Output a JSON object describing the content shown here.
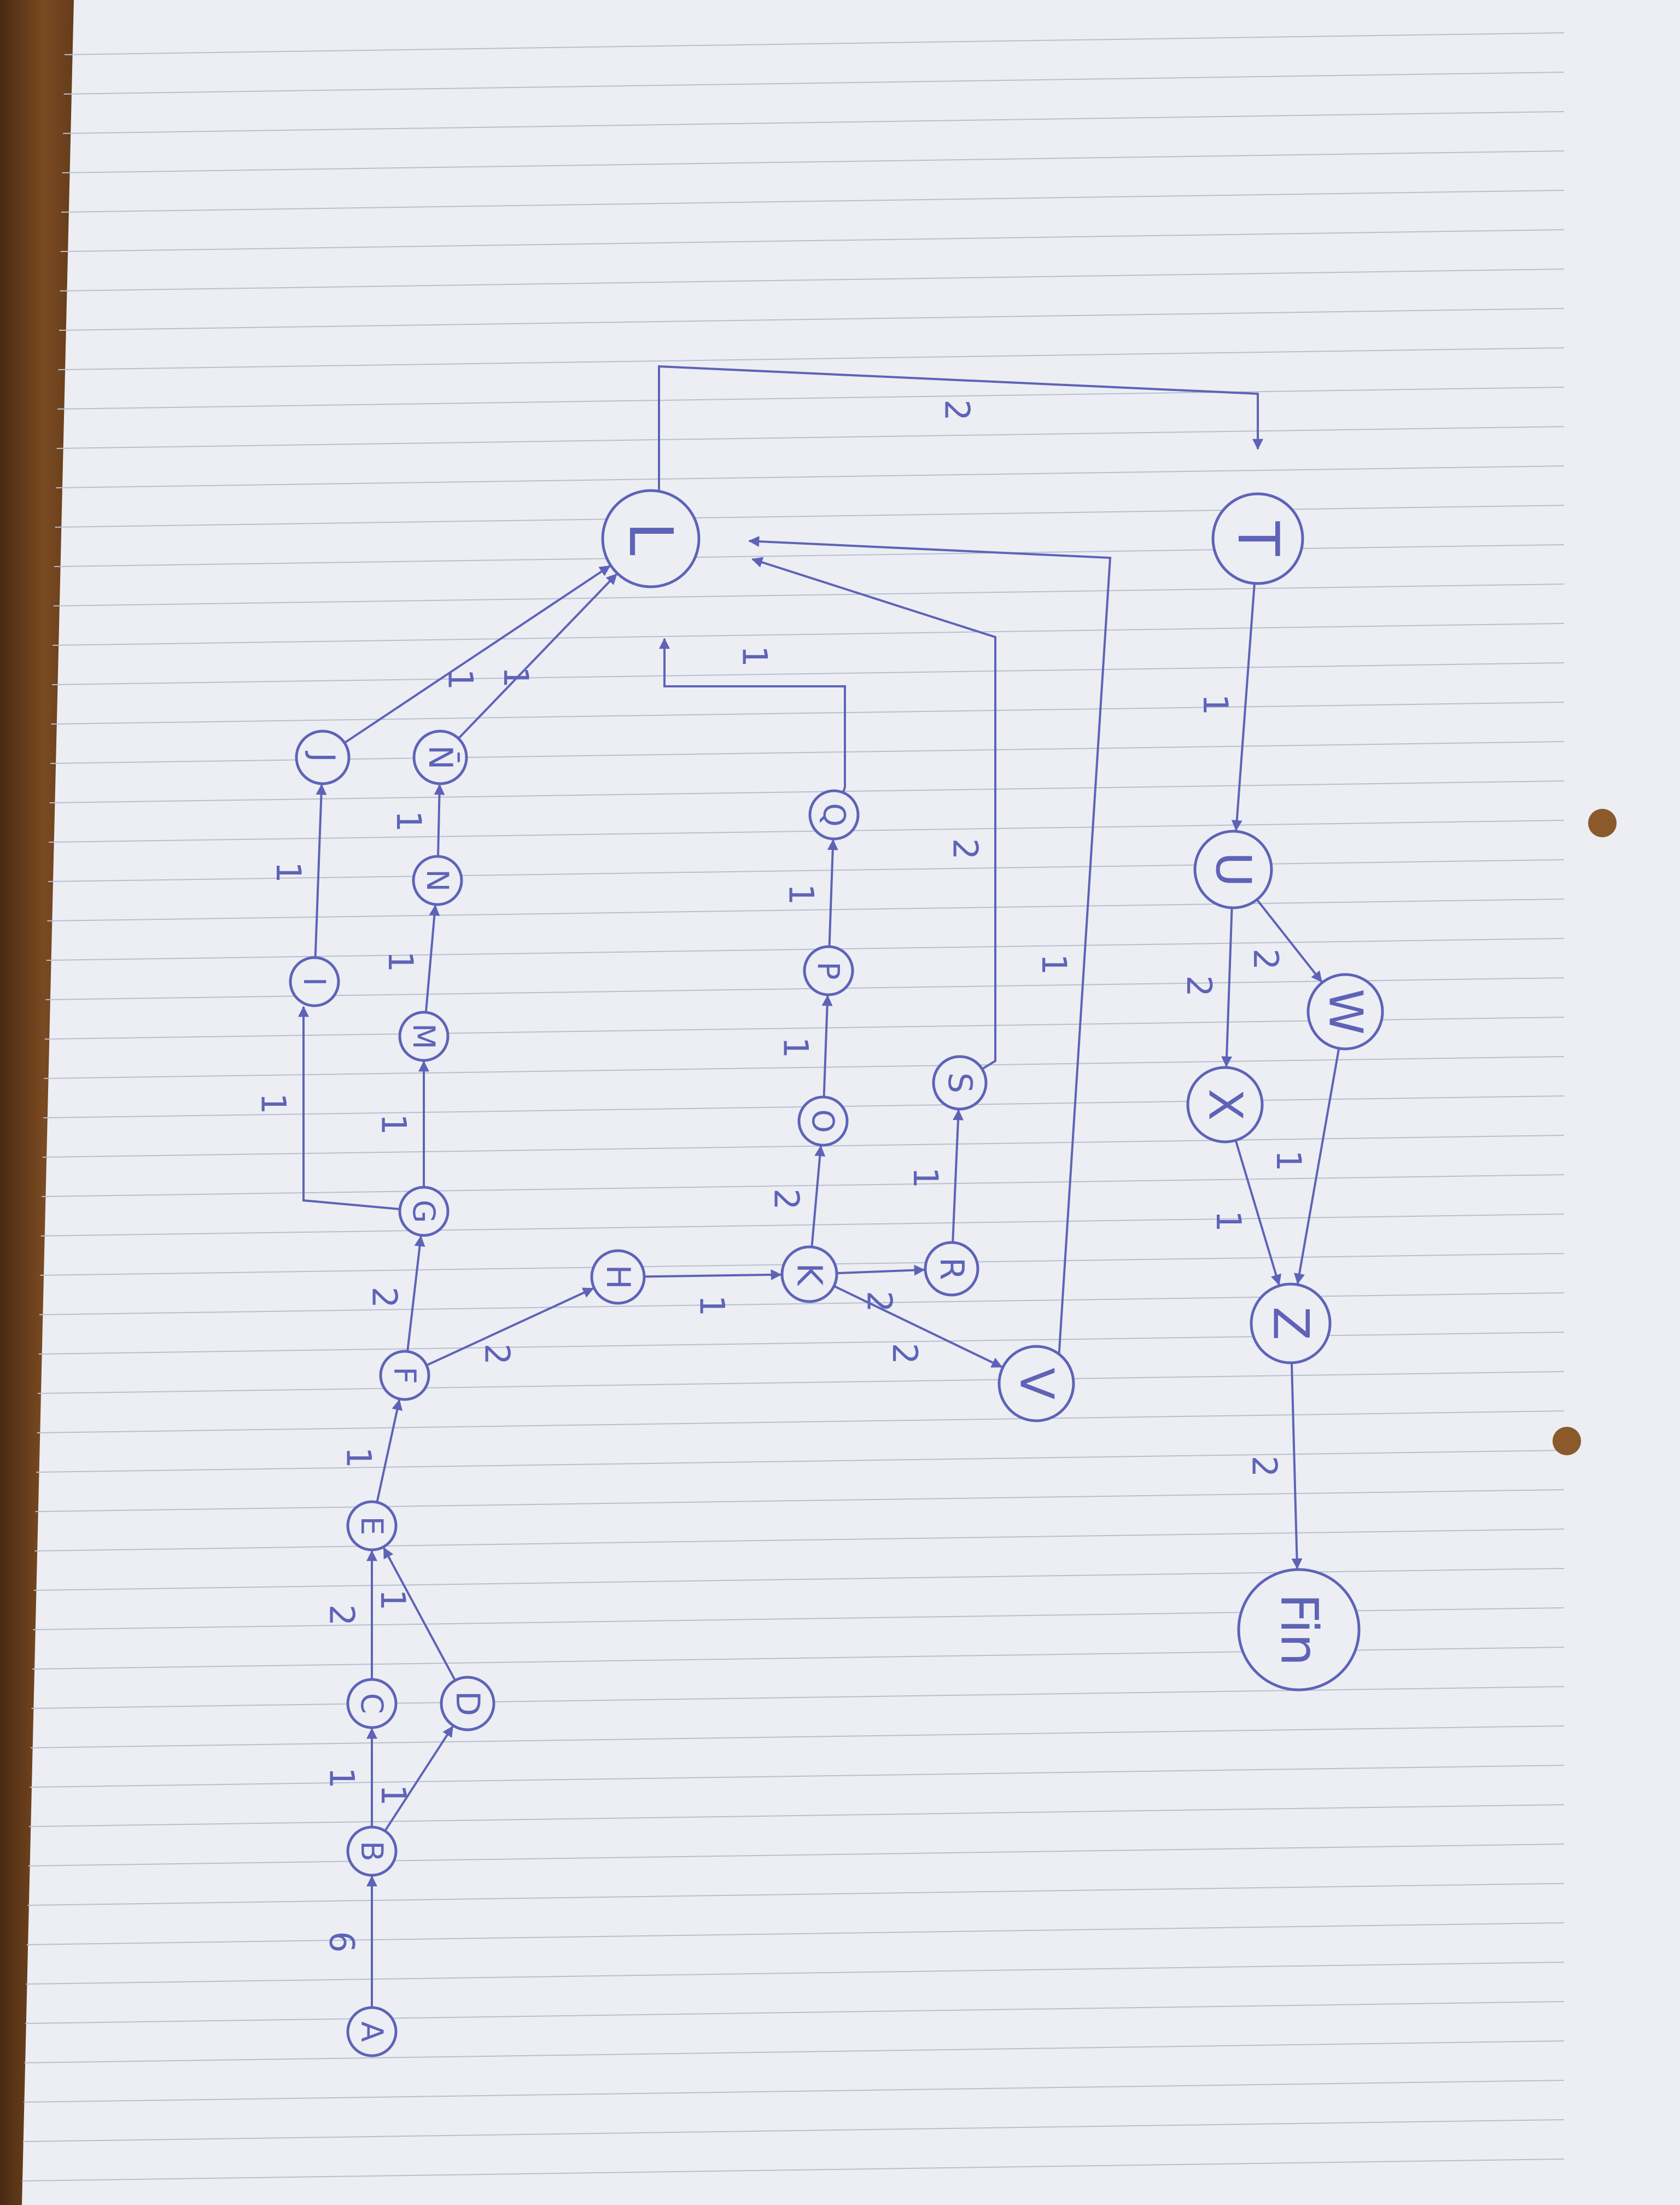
{
  "nodes": [
    {
      "id": "A",
      "label": "A"
    },
    {
      "id": "B",
      "label": "B"
    },
    {
      "id": "C",
      "label": "C"
    },
    {
      "id": "D",
      "label": "D"
    },
    {
      "id": "E",
      "label": "E"
    },
    {
      "id": "F",
      "label": "F"
    },
    {
      "id": "G",
      "label": "G"
    },
    {
      "id": "H",
      "label": "H"
    },
    {
      "id": "I",
      "label": "I"
    },
    {
      "id": "J",
      "label": "J"
    },
    {
      "id": "K",
      "label": "K"
    },
    {
      "id": "L",
      "label": "L"
    },
    {
      "id": "M",
      "label": "M"
    },
    {
      "id": "N",
      "label": "N"
    },
    {
      "id": "Nbar",
      "label": "N̄"
    },
    {
      "id": "O",
      "label": "O"
    },
    {
      "id": "P",
      "label": "P"
    },
    {
      "id": "Q",
      "label": "Q"
    },
    {
      "id": "R",
      "label": "R"
    },
    {
      "id": "S",
      "label": "S"
    },
    {
      "id": "T",
      "label": "T"
    },
    {
      "id": "U",
      "label": "U"
    },
    {
      "id": "V",
      "label": "V"
    },
    {
      "id": "W",
      "label": "W"
    },
    {
      "id": "X",
      "label": "X"
    },
    {
      "id": "Z",
      "label": "Z"
    },
    {
      "id": "Fin",
      "label": "Fin"
    }
  ],
  "edges": [
    {
      "from": "A",
      "to": "B",
      "weight": "6"
    },
    {
      "from": "B",
      "to": "C",
      "weight": "1"
    },
    {
      "from": "B",
      "to": "D",
      "weight": "1"
    },
    {
      "from": "C",
      "to": "E",
      "weight": "2"
    },
    {
      "from": "D",
      "to": "E",
      "weight": "1"
    },
    {
      "from": "E",
      "to": "F",
      "weight": "1"
    },
    {
      "from": "F",
      "to": "G",
      "weight": "2"
    },
    {
      "from": "F",
      "to": "H",
      "weight": "2"
    },
    {
      "from": "G",
      "to": "I",
      "weight": "1"
    },
    {
      "from": "G",
      "to": "M",
      "weight": "1"
    },
    {
      "from": "I",
      "to": "J",
      "weight": "1"
    },
    {
      "from": "M",
      "to": "N",
      "weight": "1"
    },
    {
      "from": "N",
      "to": "Nbar",
      "weight": "1"
    },
    {
      "from": "J",
      "to": "L",
      "weight": "1"
    },
    {
      "from": "Nbar",
      "to": "L",
      "weight": "1"
    },
    {
      "from": "H",
      "to": "K",
      "weight": "1"
    },
    {
      "from": "K",
      "to": "O",
      "weight": "2"
    },
    {
      "from": "K",
      "to": "R",
      "weight": "2"
    },
    {
      "from": "K",
      "to": "V",
      "weight": "2"
    },
    {
      "from": "O",
      "to": "P",
      "weight": "1"
    },
    {
      "from": "P",
      "to": "Q",
      "weight": "1"
    },
    {
      "from": "Q",
      "to": "L",
      "weight": "1"
    },
    {
      "from": "R",
      "to": "S",
      "weight": "1"
    },
    {
      "from": "S",
      "to": "L",
      "weight": "2"
    },
    {
      "from": "V",
      "to": "L",
      "weight": "1"
    },
    {
      "from": "L",
      "to": "T",
      "weight": "2"
    },
    {
      "from": "T",
      "to": "U",
      "weight": "1"
    },
    {
      "from": "U",
      "to": "X",
      "weight": "2"
    },
    {
      "from": "U",
      "to": "W",
      "weight": "2"
    },
    {
      "from": "X",
      "to": "Z",
      "weight": "1"
    },
    {
      "from": "W",
      "to": "Z",
      "weight": "1"
    },
    {
      "from": "Z",
      "to": "Fin",
      "weight": "2"
    }
  ],
  "colors": {
    "ink": "#5e63b8",
    "paper": "#eceef3",
    "rule": "#b8bfd0",
    "desk": "#5a3418"
  }
}
